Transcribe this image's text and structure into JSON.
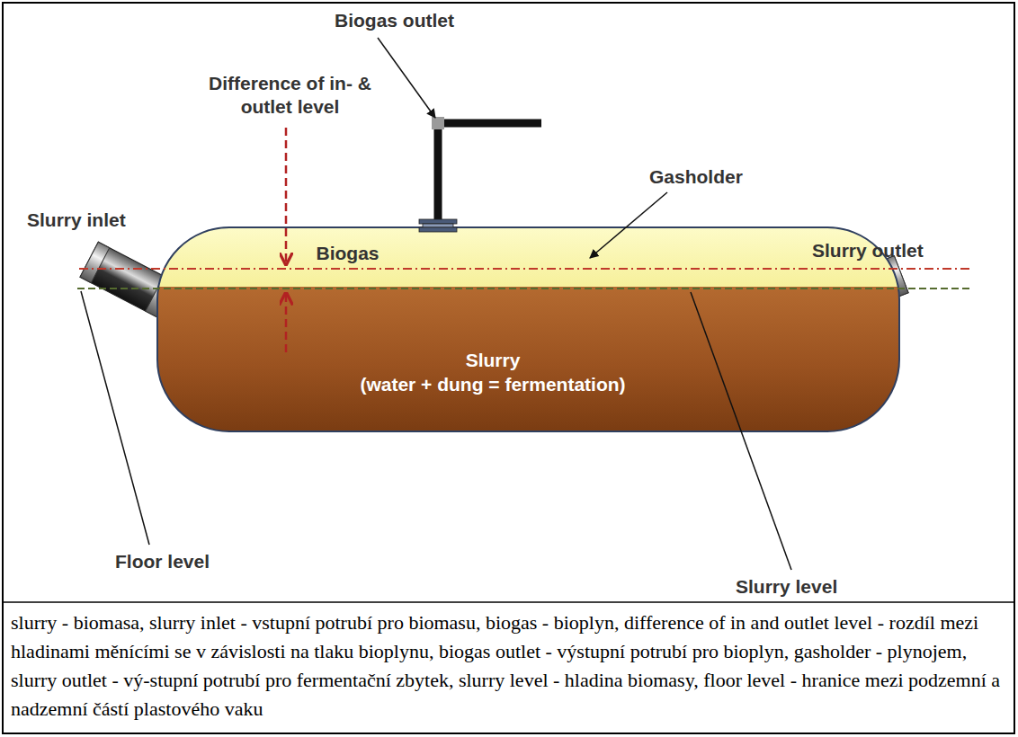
{
  "diagram": {
    "caption": "slurry - biomasa, slurry inlet - vstupní potrubí pro biomasu, biogas - bioplyn, difference of in and outlet level - rozdíl mezi hladinami měnícími se v závislosti na tlaku bioplynu, biogas outlet - výstupní potrubí pro bioplyn, gasholder - plynojem, slurry outlet - vý-stupní potrubí pro fermentační zbytek, slurry level - hladina biomasy, floor level - hranice mezi podzemní a nadzemní částí plastového vaku",
    "nodes": [
      {
        "text": [
          "Biogas"
        ]
      },
      {
        "text": [
          "Slurry",
          "(water + dung = fermentation)"
        ]
      }
    ],
    "labels": [
      "Biogas outlet",
      "Difference of in- & outlet level",
      "Gasholder",
      "Slurry inlet",
      "Slurry outlet",
      "Floor level",
      "Slurry level"
    ]
  }
}
